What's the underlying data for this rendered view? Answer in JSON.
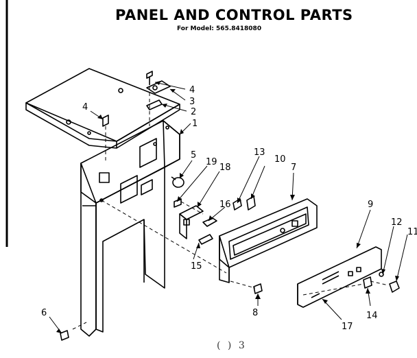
{
  "header": {
    "title": "PANEL AND CONTROL PARTS",
    "subtitle": "For Model: 565.8418080"
  },
  "footer": {
    "mark": "( ) 3"
  },
  "callouts": {
    "c1": "1",
    "c2": "2",
    "c3": "3",
    "c4a": "4",
    "c4b": "4",
    "c5": "5",
    "c6": "6",
    "c7": "7",
    "c8": "8",
    "c9": "9",
    "c10": "10",
    "c11": "11",
    "c12": "12",
    "c13": "13",
    "c14": "14",
    "c15": "15",
    "c16": "16",
    "c17": "17",
    "c18": "18",
    "c19": "19"
  }
}
